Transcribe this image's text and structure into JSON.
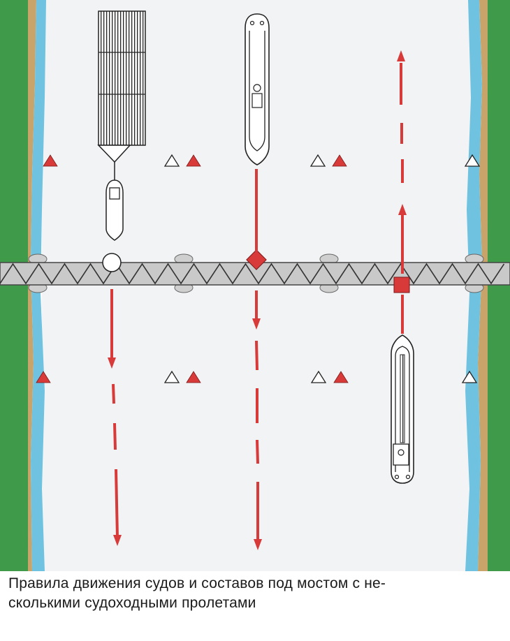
{
  "caption": {
    "line1": "Правила движения судов и составов под мостом с не-",
    "line2": "сколькими судоходными пролетами"
  },
  "colors": {
    "bank_green": "#3f9a4a",
    "bank_sand": "#c8a46a",
    "water_blue": "#6fc3e0",
    "river": "#f2f3f4",
    "bridge": "#c9c9c9",
    "signal_red": "#d83a3a",
    "outline": "#1a1a1a"
  },
  "icons": [
    "red-triangle-signal",
    "white-triangle-signal",
    "red-diamond-signal",
    "red-square-signal",
    "white-circle-signal",
    "arrow-up-icon",
    "arrow-down-icon"
  ]
}
